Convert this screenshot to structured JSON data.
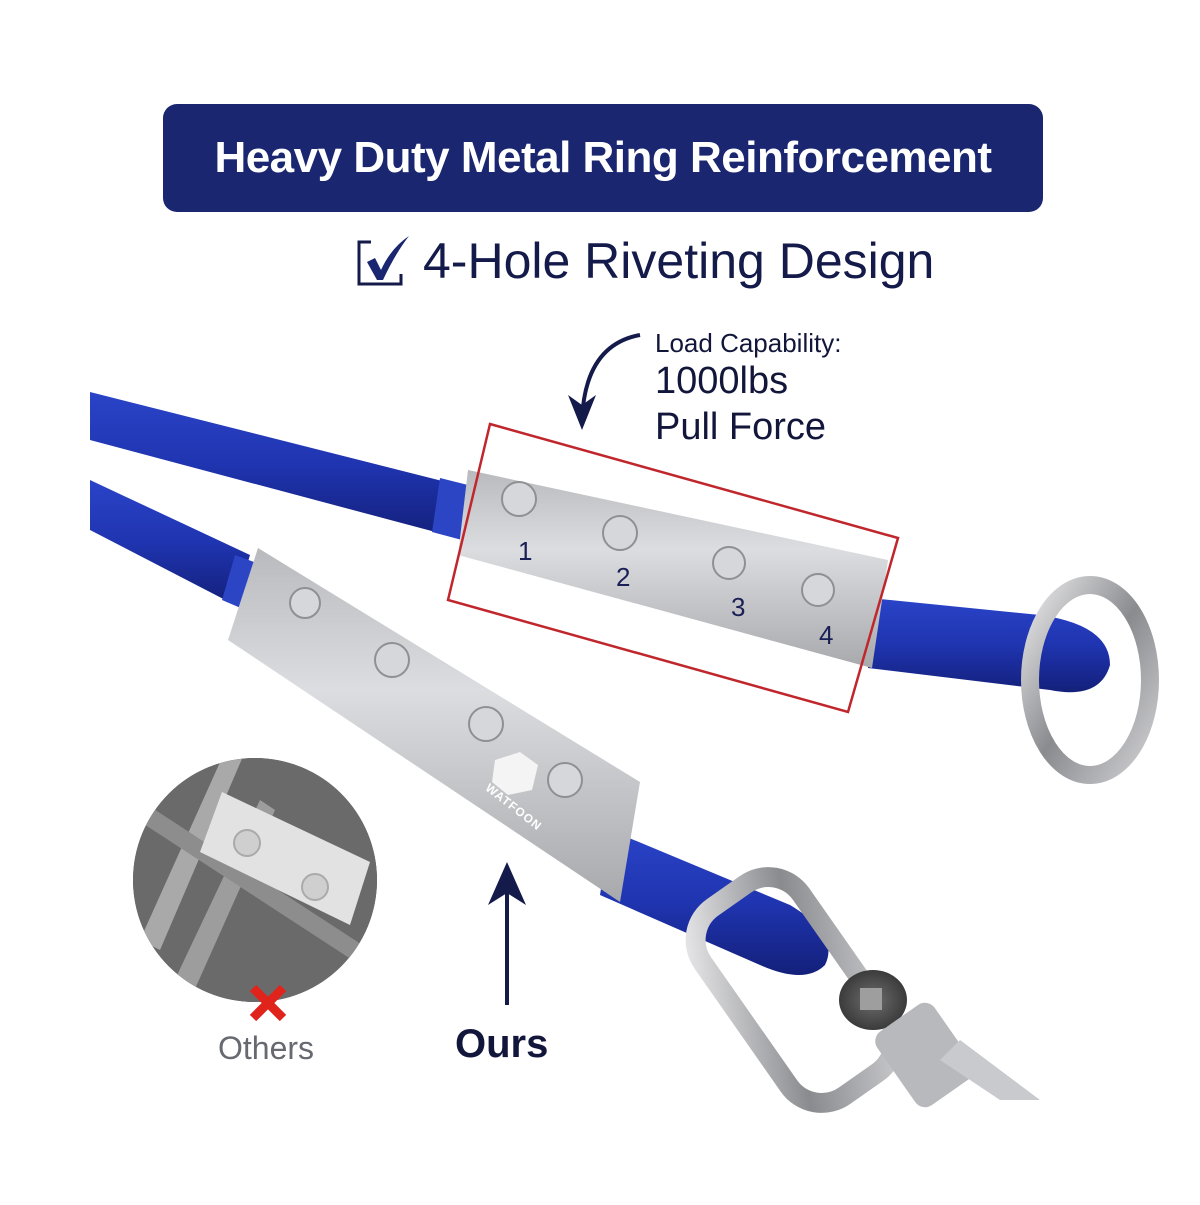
{
  "banner": {
    "title": "Heavy Duty Metal Ring Reinforcement",
    "background_color": "#1a2670"
  },
  "feature": {
    "icon": "checkbox-checked-icon",
    "label": "4-Hole Riveting Design"
  },
  "load_callout": {
    "label": "Load Capability:",
    "value": "1000lbs",
    "unit_desc": "Pull Force",
    "arrow_icon": "curved-arrow-down-icon"
  },
  "rivet_holes": {
    "labels": [
      "1",
      "2",
      "3",
      "4"
    ],
    "highlight_color": "#c0272d"
  },
  "product": {
    "cable_color": "#1f34b0",
    "sleeve_color": "#c8c9cb",
    "brand": "WATFOON"
  },
  "comparison": {
    "others_label": "Others",
    "others_mark_icon": "red-x-icon",
    "ours_label": "Ours",
    "ours_arrow_icon": "arrow-up-icon"
  }
}
